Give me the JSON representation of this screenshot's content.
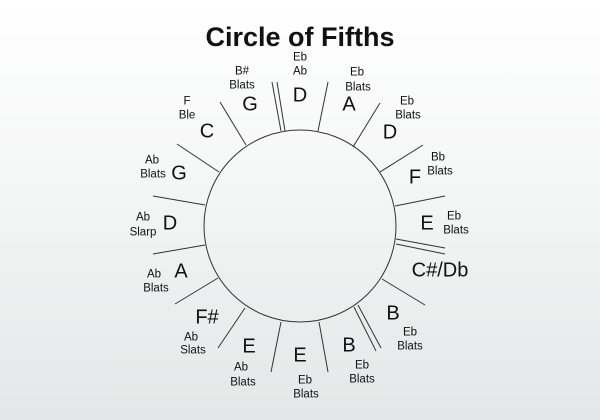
{
  "title": "Circle of Fifths",
  "labels": [
    {
      "t": "Eb",
      "size": "sm"
    },
    {
      "t": "Ab",
      "size": "sm"
    },
    {
      "t": "D",
      "size": "big"
    },
    {
      "t": "Eb",
      "size": "sm"
    },
    {
      "t": "Blats",
      "size": "sm"
    },
    {
      "t": "A",
      "size": "big"
    },
    {
      "t": "Eb",
      "size": "sm"
    },
    {
      "t": "Blats",
      "size": "sm"
    },
    {
      "t": "D",
      "size": "big"
    },
    {
      "t": "Bb",
      "size": "sm"
    },
    {
      "t": "Blats",
      "size": "sm"
    },
    {
      "t": "F",
      "size": "big"
    },
    {
      "t": "Eb",
      "size": "sm"
    },
    {
      "t": "Blats",
      "size": "sm"
    },
    {
      "t": "E",
      "size": "big"
    },
    {
      "t": "C#/Db",
      "size": "big"
    },
    {
      "t": "B",
      "size": "big"
    },
    {
      "t": "Eb",
      "size": "sm"
    },
    {
      "t": "Blats",
      "size": "sm"
    },
    {
      "t": "B",
      "size": "big"
    },
    {
      "t": "Eb",
      "size": "sm"
    },
    {
      "t": "Blats",
      "size": "sm"
    },
    {
      "t": "E",
      "size": "big"
    },
    {
      "t": "Eb",
      "size": "sm"
    },
    {
      "t": "Blats",
      "size": "sm"
    },
    {
      "t": "E",
      "size": "big"
    },
    {
      "t": "Ab",
      "size": "sm"
    },
    {
      "t": "Blats",
      "size": "sm"
    },
    {
      "t": "F#",
      "size": "big"
    },
    {
      "t": "Ab",
      "size": "sm"
    },
    {
      "t": "Slats",
      "size": "sm"
    },
    {
      "t": "A",
      "size": "big"
    },
    {
      "t": "Ab",
      "size": "sm"
    },
    {
      "t": "Blats",
      "size": "sm"
    },
    {
      "t": "D",
      "size": "big"
    },
    {
      "t": "Ab",
      "size": "sm"
    },
    {
      "t": "Slarp",
      "size": "sm"
    },
    {
      "t": "G",
      "size": "big"
    },
    {
      "t": "Ab",
      "size": "sm"
    },
    {
      "t": "Blats",
      "size": "sm"
    },
    {
      "t": "C",
      "size": "big"
    },
    {
      "t": "F",
      "size": "sm"
    },
    {
      "t": "Ble",
      "size": "sm"
    },
    {
      "t": "G",
      "size": "big"
    },
    {
      "t": "B#",
      "size": "sm"
    },
    {
      "t": "Blats",
      "size": "sm"
    }
  ]
}
